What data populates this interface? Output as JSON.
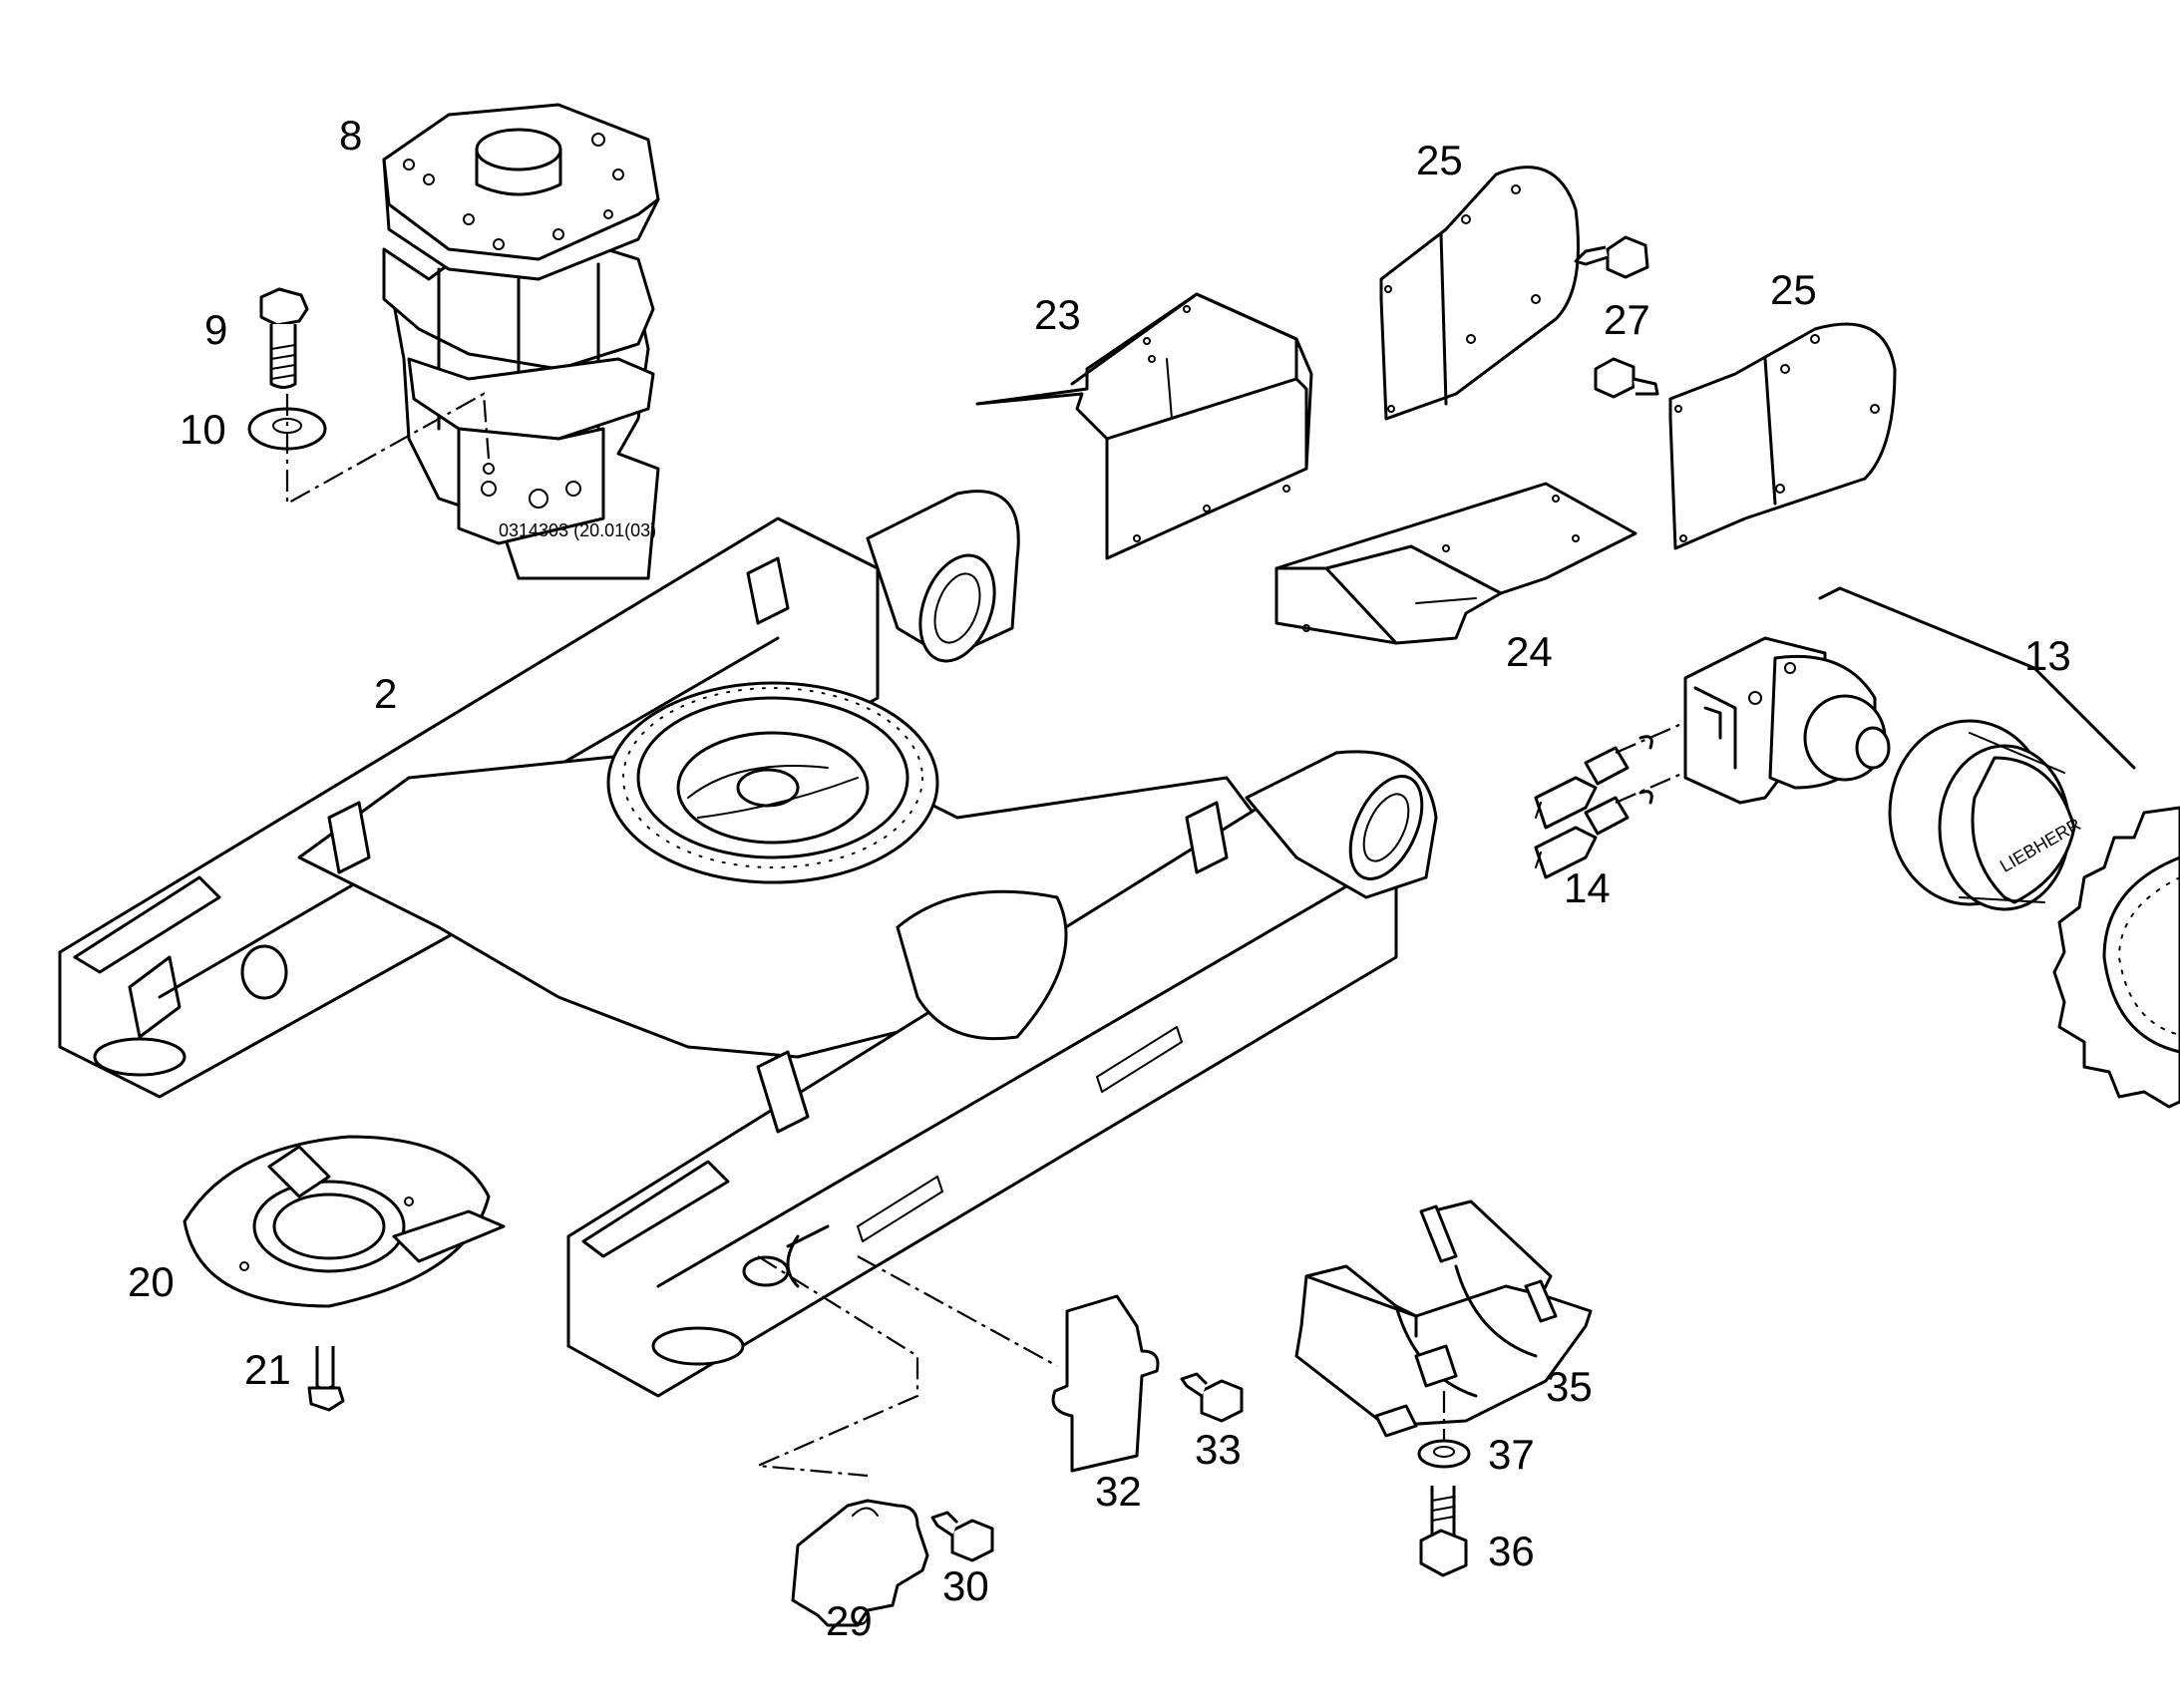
{
  "callouts": {
    "p2": "2",
    "p8": "8",
    "p9": "9",
    "p10": "10",
    "p13": "13",
    "p14": "14",
    "p20": "20",
    "p21": "21",
    "p23": "23",
    "p24": "24",
    "p25a": "25",
    "p25b": "25",
    "p27": "27",
    "p29": "29",
    "p30": "30",
    "p32": "32",
    "p33": "33",
    "p35": "35",
    "p36": "36",
    "p37": "37"
  },
  "markings": {
    "brand": "LIEBHERR"
  }
}
